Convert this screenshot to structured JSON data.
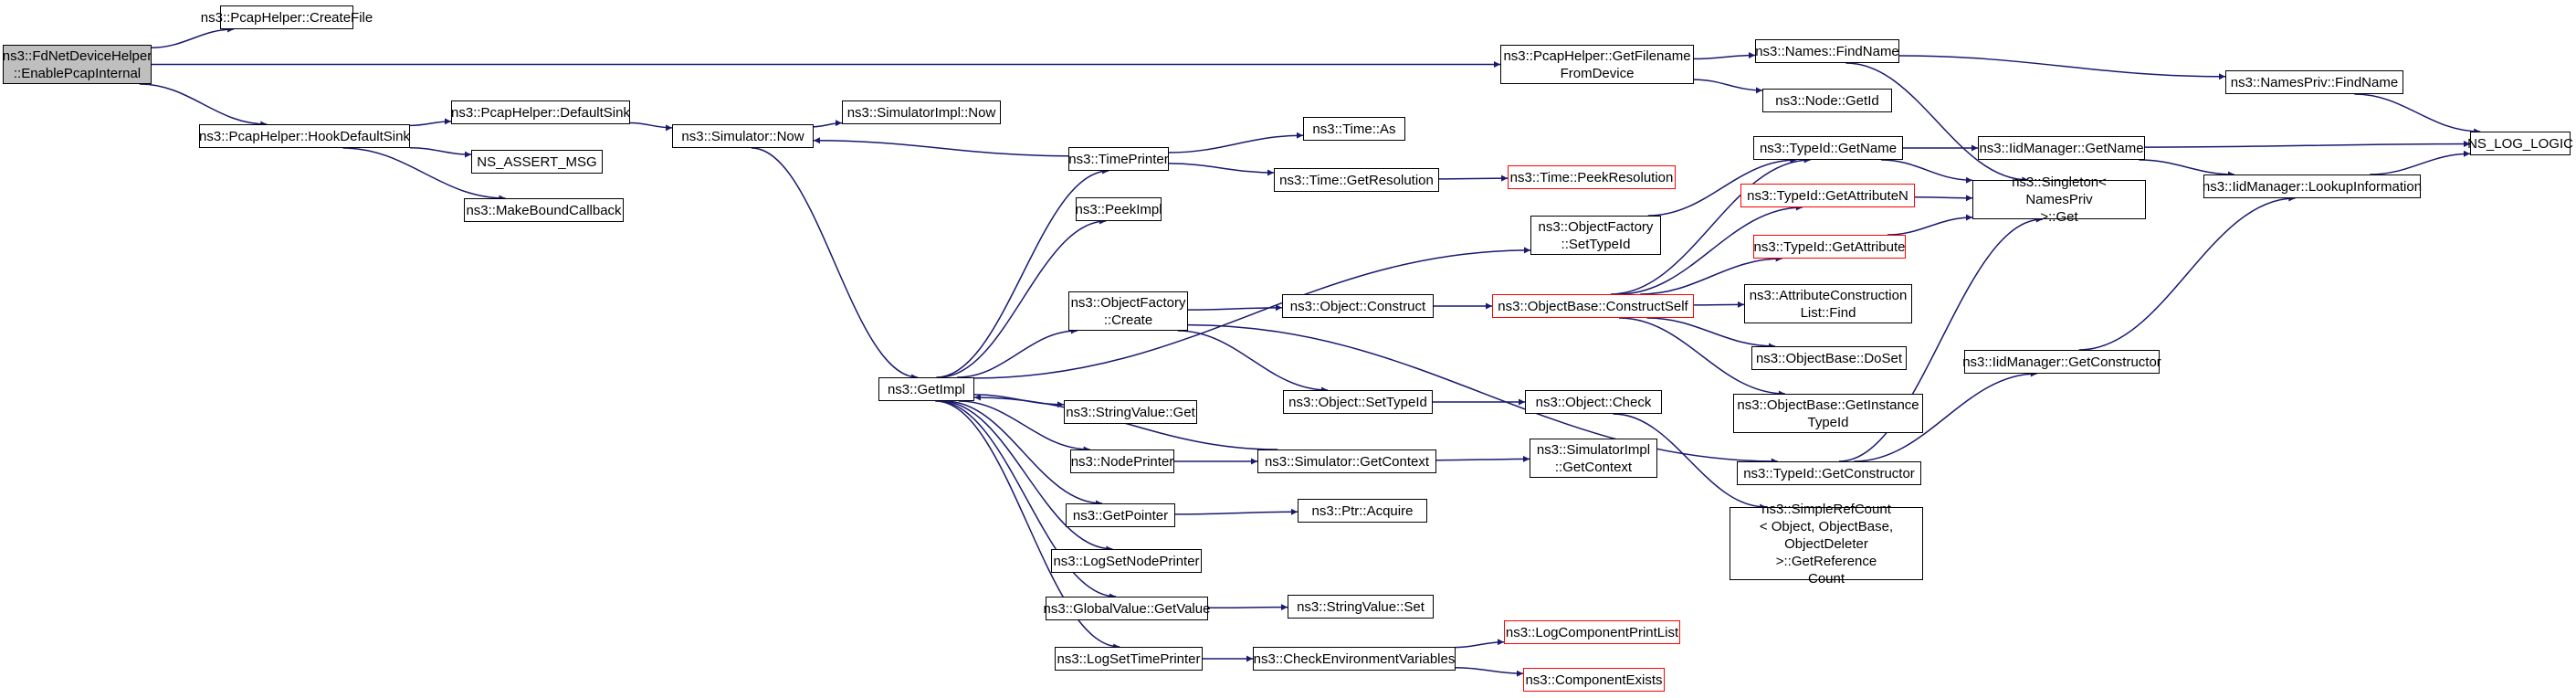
{
  "graph": {
    "edge_color": "#191970",
    "truncated_border_color": "#ff0000",
    "root_fill": "#bfbfbf",
    "nodes": [
      {
        "id": "root",
        "label": "ns3::FdNetDeviceHelper\n::EnablePcapInternal",
        "root": true
      },
      {
        "id": "createfile",
        "label": "ns3::PcapHelper::CreateFile"
      },
      {
        "id": "getfilename",
        "label": "ns3::PcapHelper::GetFilename\nFromDevice"
      },
      {
        "id": "hookdefaultsink",
        "label": "ns3::PcapHelper::HookDefaultSink"
      },
      {
        "id": "defaultsink",
        "label": "ns3::PcapHelper::DefaultSink"
      },
      {
        "id": "nsassert",
        "label": "NS_ASSERT_MSG"
      },
      {
        "id": "makeboundcallback",
        "label": "ns3::MakeBoundCallback"
      },
      {
        "id": "simnow",
        "label": "ns3::Simulator::Now"
      },
      {
        "id": "simimplnow",
        "label": "ns3::SimulatorImpl::Now"
      },
      {
        "id": "getimpl",
        "label": "ns3::GetImpl"
      },
      {
        "id": "timeprinter",
        "label": "ns3::TimePrinter"
      },
      {
        "id": "peekimpl",
        "label": "ns3::PeekImpl"
      },
      {
        "id": "objfactorycreate",
        "label": "ns3::ObjectFactory\n::Create"
      },
      {
        "id": "stringvalueget",
        "label": "ns3::StringValue::Get"
      },
      {
        "id": "nodeprinter",
        "label": "ns3::NodePrinter"
      },
      {
        "id": "getpointer",
        "label": "ns3::GetPointer"
      },
      {
        "id": "logsetnodeprinter",
        "label": "ns3::LogSetNodePrinter"
      },
      {
        "id": "globalvaluegetvalue",
        "label": "ns3::GlobalValue::GetValue"
      },
      {
        "id": "logsettimeprinter",
        "label": "ns3::LogSetTimePrinter"
      },
      {
        "id": "timeas",
        "label": "ns3::Time::As"
      },
      {
        "id": "timegetresolution",
        "label": "ns3::Time::GetResolution"
      },
      {
        "id": "timepeekresolution",
        "label": "ns3::Time::PeekResolution",
        "truncated": true
      },
      {
        "id": "objconstruct",
        "label": "ns3::Object::Construct"
      },
      {
        "id": "objsettypeid",
        "label": "ns3::Object::SetTypeId"
      },
      {
        "id": "simgetcontext",
        "label": "ns3::Simulator::GetContext"
      },
      {
        "id": "ptracquire",
        "label": "ns3::Ptr::Acquire"
      },
      {
        "id": "stringvalueset",
        "label": "ns3::StringValue::Set"
      },
      {
        "id": "checkenvvars",
        "label": "ns3::CheckEnvironmentVariables"
      },
      {
        "id": "logcompprintlist",
        "label": "ns3::LogComponentPrintList",
        "truncated": true
      },
      {
        "id": "componentexists",
        "label": "ns3::ComponentExists",
        "truncated": true
      },
      {
        "id": "objfactorysettypeid",
        "label": "ns3::ObjectFactory\n::SetTypeId"
      },
      {
        "id": "objbaseconstructself",
        "label": "ns3::ObjectBase::ConstructSelf",
        "truncated": true
      },
      {
        "id": "objectcheck",
        "label": "ns3::Object::Check"
      },
      {
        "id": "simimplgetcontext",
        "label": "ns3::SimulatorImpl\n::GetContext"
      },
      {
        "id": "namesfindname",
        "label": "ns3::Names::FindName"
      },
      {
        "id": "nodegetid",
        "label": "ns3::Node::GetId"
      },
      {
        "id": "typeidgetname",
        "label": "ns3::TypeId::GetName"
      },
      {
        "id": "typeidgetattributen",
        "label": "ns3::TypeId::GetAttributeN",
        "truncated": true
      },
      {
        "id": "typeidgetattribute",
        "label": "ns3::TypeId::GetAttribute",
        "truncated": true
      },
      {
        "id": "attrconstructionlistfind",
        "label": "ns3::AttributeConstruction\nList::Find"
      },
      {
        "id": "objbasedoset",
        "label": "ns3::ObjectBase::DoSet"
      },
      {
        "id": "objbasegetinstancetypeid",
        "label": "ns3::ObjectBase::GetInstance\nTypeId"
      },
      {
        "id": "typeidgetconstructor",
        "label": "ns3::TypeId::GetConstructor"
      },
      {
        "id": "simplerefcount",
        "label": "ns3::SimpleRefCount\n< Object, ObjectBase,\n ObjectDeleter >::GetReference\nCount"
      },
      {
        "id": "singletonget",
        "label": "ns3::Singleton< NamesPriv\n >::Get"
      },
      {
        "id": "iidgetname",
        "label": "ns3::IidManager::GetName"
      },
      {
        "id": "iidgetconstructor",
        "label": "ns3::IidManager::GetConstructor"
      },
      {
        "id": "namesprivfindname",
        "label": "ns3::NamesPriv::FindName"
      },
      {
        "id": "iidlookupinfo",
        "label": "ns3::IidManager::LookupInformation"
      },
      {
        "id": "nsloglogic",
        "label": "NS_LOG_LOGIC"
      }
    ],
    "edges": [
      [
        "root",
        "createfile"
      ],
      [
        "root",
        "getfilename"
      ],
      [
        "root",
        "hookdefaultsink"
      ],
      [
        "hookdefaultsink",
        "defaultsink"
      ],
      [
        "hookdefaultsink",
        "nsassert"
      ],
      [
        "hookdefaultsink",
        "makeboundcallback"
      ],
      [
        "defaultsink",
        "simnow"
      ],
      [
        "simnow",
        "simimplnow"
      ],
      [
        "simnow",
        "getimpl"
      ],
      [
        "getimpl",
        "timeprinter"
      ],
      [
        "getimpl",
        "peekimpl"
      ],
      [
        "getimpl",
        "objfactorycreate"
      ],
      [
        "getimpl",
        "stringvalueget"
      ],
      [
        "getimpl",
        "nodeprinter"
      ],
      [
        "getimpl",
        "getpointer"
      ],
      [
        "getimpl",
        "logsetnodeprinter"
      ],
      [
        "getimpl",
        "globalvaluegetvalue"
      ],
      [
        "getimpl",
        "logsettimeprinter"
      ],
      [
        "getimpl",
        "objfactorysettypeid"
      ],
      [
        "timeprinter",
        "simnow"
      ],
      [
        "timeprinter",
        "timeas"
      ],
      [
        "timeprinter",
        "timegetresolution"
      ],
      [
        "timegetresolution",
        "timepeekresolution"
      ],
      [
        "objfactorycreate",
        "objconstruct"
      ],
      [
        "objfactorycreate",
        "objsettypeid"
      ],
      [
        "objfactorycreate",
        "typeidgetconstructor"
      ],
      [
        "objconstruct",
        "objbaseconstructself"
      ],
      [
        "objsettypeid",
        "objectcheck"
      ],
      [
        "objectcheck",
        "simplerefcount"
      ],
      [
        "nodeprinter",
        "simgetcontext"
      ],
      [
        "simgetcontext",
        "getimpl"
      ],
      [
        "simgetcontext",
        "simimplgetcontext"
      ],
      [
        "getpointer",
        "ptracquire"
      ],
      [
        "globalvaluegetvalue",
        "stringvalueset"
      ],
      [
        "logsettimeprinter",
        "checkenvvars"
      ],
      [
        "checkenvvars",
        "logcompprintlist"
      ],
      [
        "checkenvvars",
        "componentexists"
      ],
      [
        "objfactorysettypeid",
        "typeidgetname"
      ],
      [
        "objbaseconstructself",
        "typeidgetname"
      ],
      [
        "objbaseconstructself",
        "typeidgetattributen"
      ],
      [
        "objbaseconstructself",
        "typeidgetattribute"
      ],
      [
        "objbaseconstructself",
        "attrconstructionlistfind"
      ],
      [
        "objbaseconstructself",
        "objbasedoset"
      ],
      [
        "objbaseconstructself",
        "objbasegetinstancetypeid"
      ],
      [
        "getfilename",
        "namesfindname"
      ],
      [
        "getfilename",
        "nodegetid"
      ],
      [
        "namesfindname",
        "namesprivfindname"
      ],
      [
        "namesfindname",
        "singletonget"
      ],
      [
        "typeidgetname",
        "iidgetname"
      ],
      [
        "typeidgetname",
        "singletonget"
      ],
      [
        "typeidgetattributen",
        "singletonget"
      ],
      [
        "typeidgetattribute",
        "singletonget"
      ],
      [
        "typeidgetconstructor",
        "singletonget"
      ],
      [
        "typeidgetconstructor",
        "iidgetconstructor"
      ],
      [
        "iidgetname",
        "iidlookupinfo"
      ],
      [
        "iidgetname",
        "nsloglogic"
      ],
      [
        "iidgetconstructor",
        "iidlookupinfo"
      ],
      [
        "iidlookupinfo",
        "nsloglogic"
      ],
      [
        "namesprivfindname",
        "nsloglogic"
      ]
    ]
  }
}
